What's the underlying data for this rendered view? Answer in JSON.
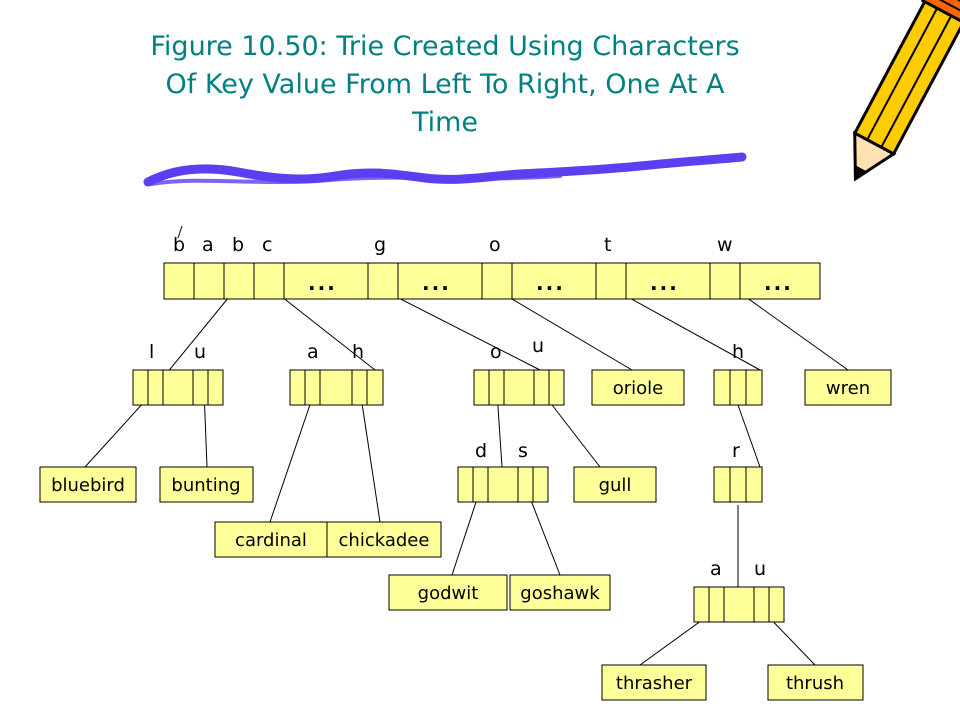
{
  "title": {
    "line1": "Figure 10.50: Trie Created Using Characters",
    "line2": "Of Key Value From Left To Right, One At A",
    "line3": "Time"
  },
  "colors": {
    "title": "#008080",
    "node_fill": "#ffff99",
    "scribble": "#5b3ff0",
    "stroke": "#000000"
  },
  "icons": [
    "pencil-icon",
    "scribble-decoration"
  ],
  "root": {
    "labels": [
      "b",
      "a",
      "b",
      "c",
      "g",
      "o",
      "t",
      "w"
    ],
    "ellipsis": "..."
  },
  "level1": {
    "bu_labels": [
      "l",
      "u"
    ],
    "ch_labels": [
      "a",
      "h"
    ],
    "go_labels": [
      "o",
      "u"
    ],
    "th_label": "h"
  },
  "level2": {
    "gos_labels": [
      "d",
      "s"
    ],
    "thr_label": "r"
  },
  "level3": {
    "thra_labels": [
      "a",
      "u"
    ]
  },
  "leaves": {
    "bluebird": "bluebird",
    "bunting": "bunting",
    "cardinal": "cardinal",
    "chickadee": "chickadee",
    "oriole": "oriole",
    "wren": "wren",
    "gull": "gull",
    "godwit": "godwit",
    "goshawk": "goshawk",
    "thrasher": "thrasher",
    "thrush": "thrush"
  }
}
